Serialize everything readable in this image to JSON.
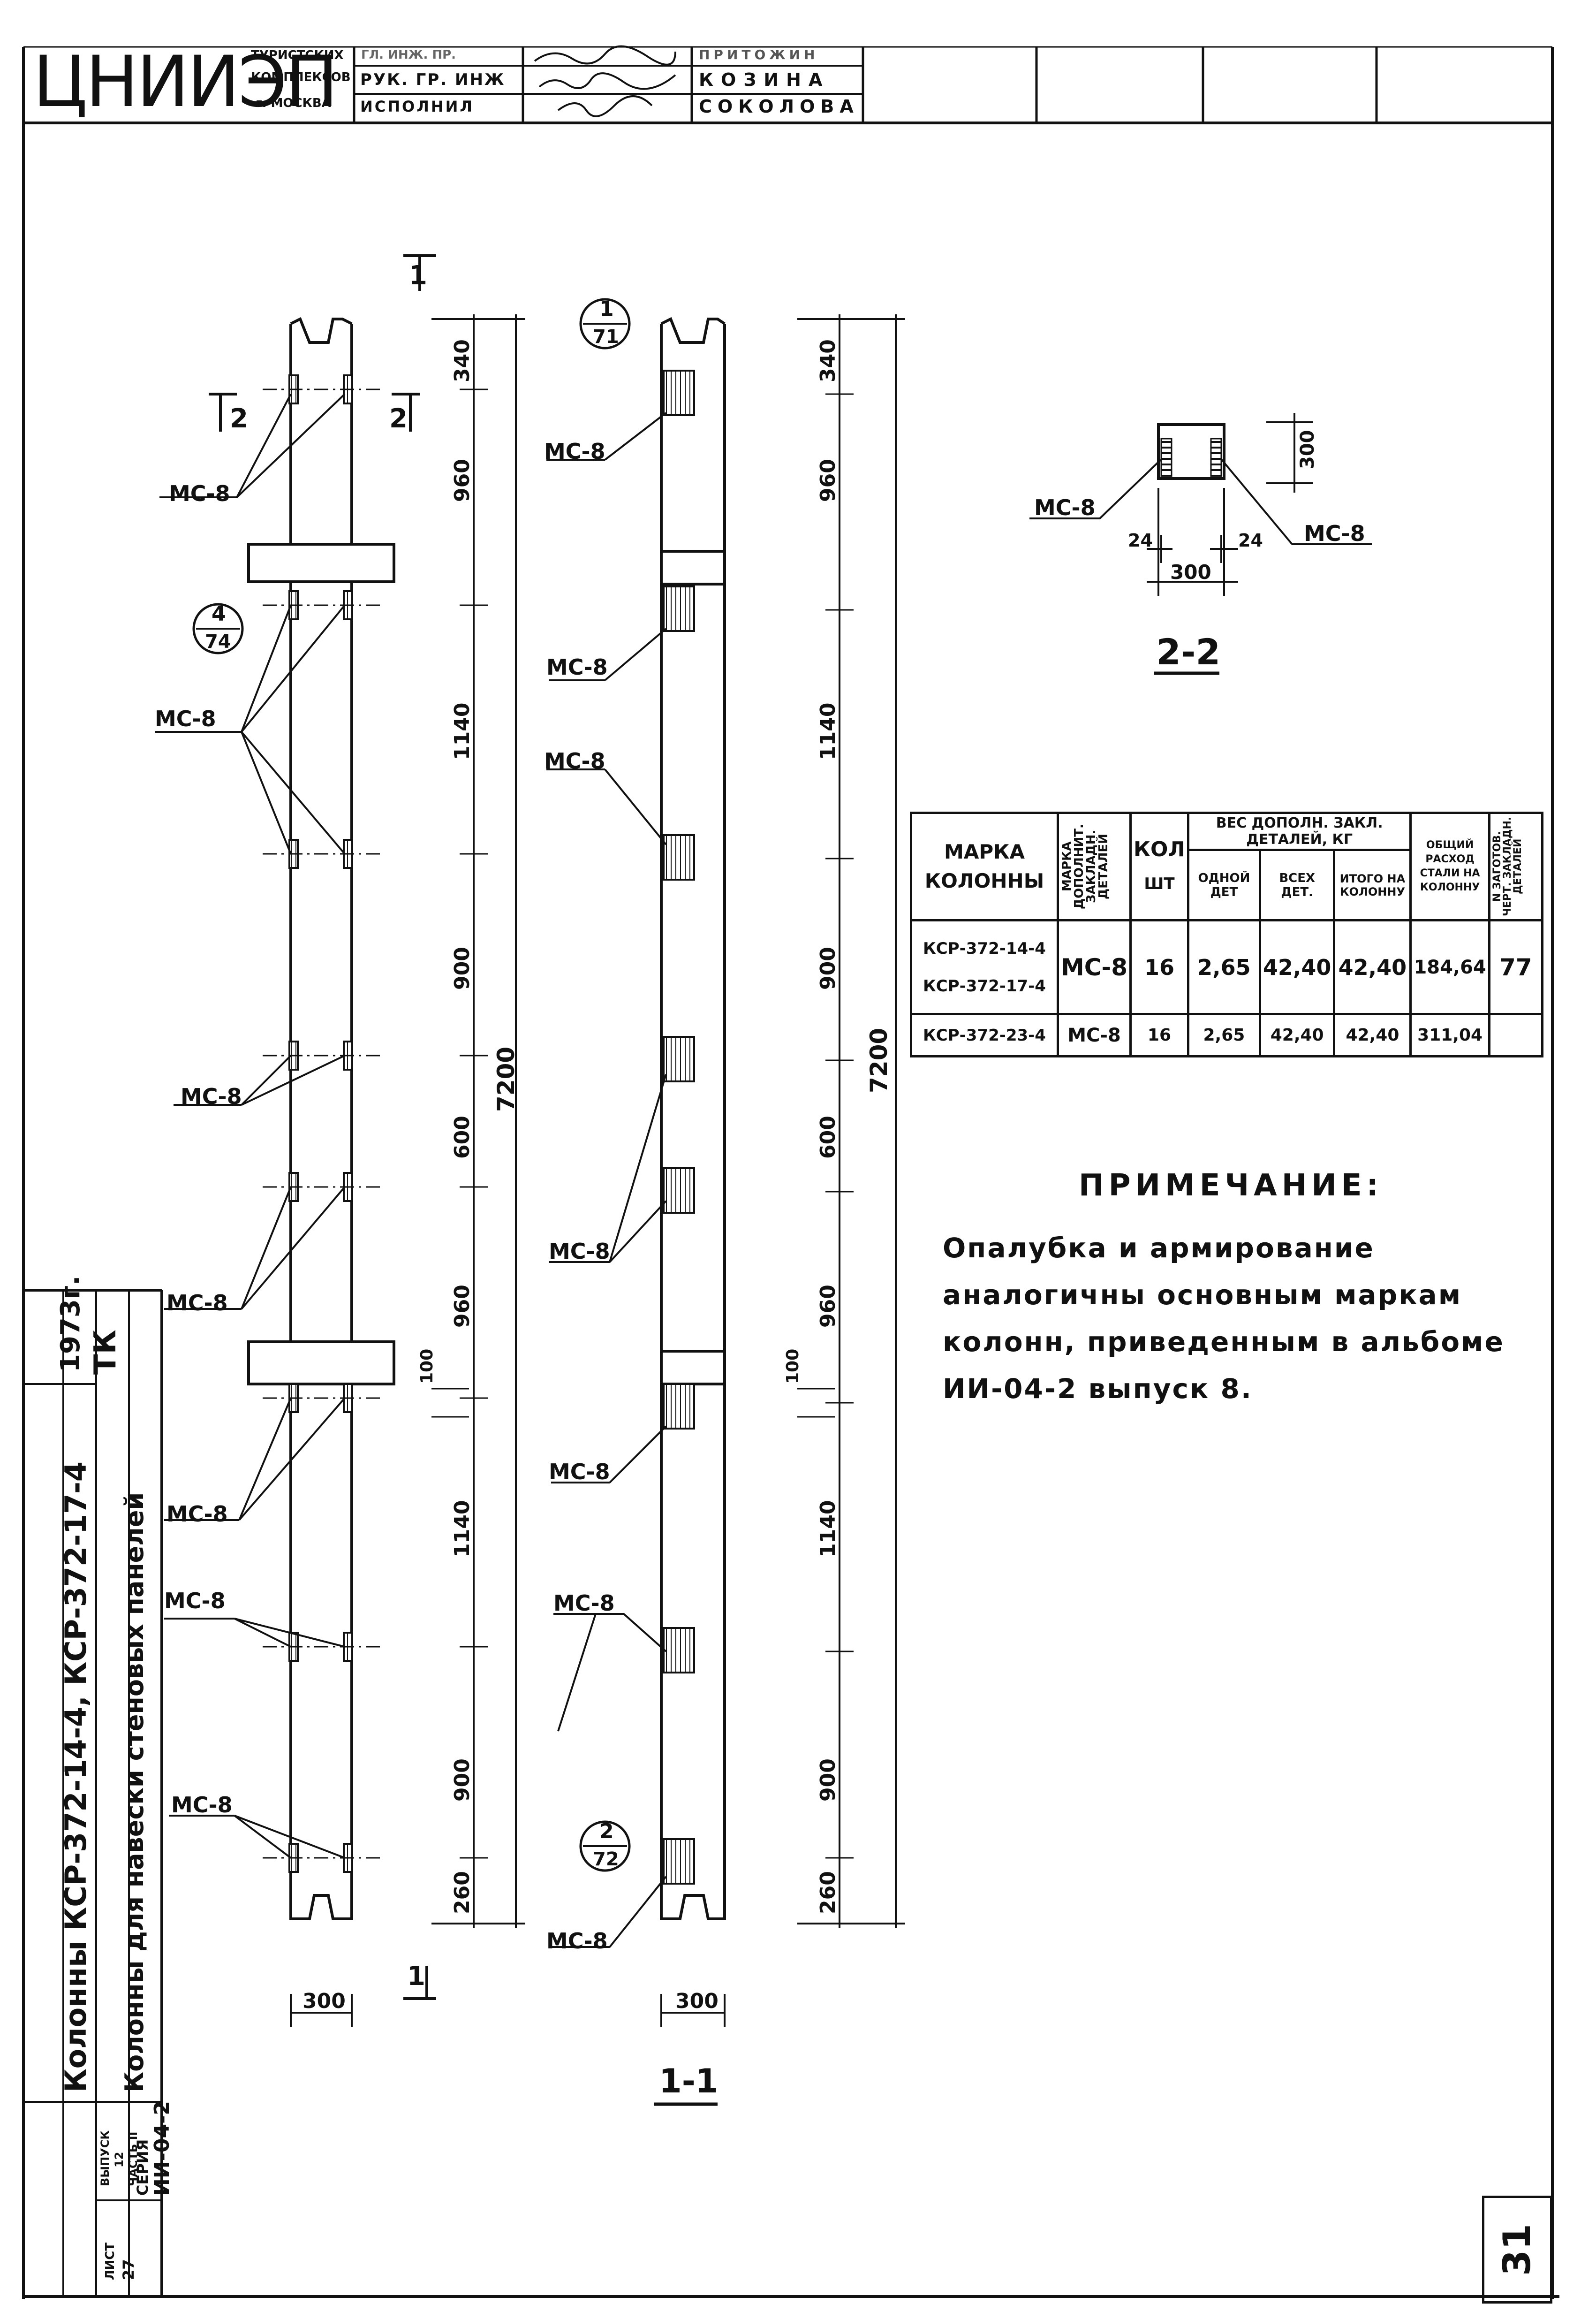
{
  "title_block": {
    "org": "ЦНИИЭП",
    "org_sub1": "ТУРИСТСКИХ",
    "org_sub2": "КОМПЛЕКСОВ",
    "org_sub3": "г. МОСКВА",
    "row1_role": "ГЛ. ИНЖ. ПР.",
    "row1_name": "ПРИТОЖИН",
    "row2_role": "РУК. ГР. ИНЖ",
    "row2_name": "КОЗИНА",
    "row3_role": "ИСПОЛНИЛ",
    "row3_name": "СОКОЛОВА"
  },
  "side_block": {
    "col1": "ТК",
    "col1_year": "1973г.",
    "col2": "Колонны для навески стеновых панелей",
    "col3": "Колонны КСР-372-14-4, КСР-372-17-4",
    "series_label": "СЕРИЯ",
    "series_value": "ИИ-04-2",
    "issue_label": "ВЫПУСК",
    "issue_value": "12",
    "part_label": "ЧАСТЬ II",
    "sheet_label": "ЛИСТ",
    "sheet_value": "27"
  },
  "sheet_number": "31",
  "drawing": {
    "section_mark_1": "1",
    "section_mark_2": "2",
    "detail_ref_a": {
      "num": "4",
      "den": "74"
    },
    "detail_ref_b": {
      "num": "1",
      "den": "71"
    },
    "detail_ref_c": {
      "num": "2",
      "den": "72"
    },
    "label_mc8": "МС-8",
    "total_height": "7200",
    "dim_segments": [
      "340",
      "960",
      "1140",
      "900",
      "600",
      "960",
      "1140",
      "900",
      "260"
    ],
    "dim_100": "100",
    "width_300": "300",
    "section_11_title": "1-1",
    "section_22_title": "2-2",
    "sec22_height": "300",
    "sec22_width": "300",
    "sec22_cover_left": "24",
    "sec22_cover_right": "24"
  },
  "spec_table": {
    "h_mark": "МАРКА КОЛОННЫ",
    "h_mark_l1": "МАРКА",
    "h_mark_l2": "КОЛОННЫ",
    "h_detail": "МАРКА ДОПОЛНИТ. ЗАКЛАДН. ДЕТАЛЕЙ",
    "h_count": "КОЛ",
    "h_count_unit": "ШТ",
    "h_weight": "ВЕС ДОПОЛН. ЗАКЛ. ДЕТАЛЕЙ, КГ",
    "h_w_one": "ОДНОЙ ДЕТ",
    "h_w_all": "ВСЕХ ДЕТ.",
    "h_w_total": "ИТОГО НА КОЛОННУ",
    "h_steel": "ОБЩИЙ РАСХОД СТАЛИ НА КОЛОННУ",
    "h_ref": "N ЗАГОТОВ. ЧЕРТ. ЗАКЛАДН. ДЕТАЛЕЙ",
    "rows": [
      {
        "marks": [
          "КСР-372-14-4",
          "КСР-372-17-4"
        ],
        "detail": "МС-8",
        "count": "16",
        "one": "2,65",
        "all": "42,40",
        "total": "42,40",
        "steel": "184,64",
        "ref": "77"
      },
      {
        "marks": [
          "КСР-372-23-4"
        ],
        "detail": "МС-8",
        "count": "16",
        "one": "2,65",
        "all": "42,40",
        "total": "42,40",
        "steel": "311,04",
        "ref": ""
      }
    ]
  },
  "note": {
    "title": "ПРИМЕЧАНИЕ:",
    "body": "Опалубка и армирование аналогичны основным маркам колонн, приведенным в альбоме ИИ-04-2 выпуск 8."
  }
}
